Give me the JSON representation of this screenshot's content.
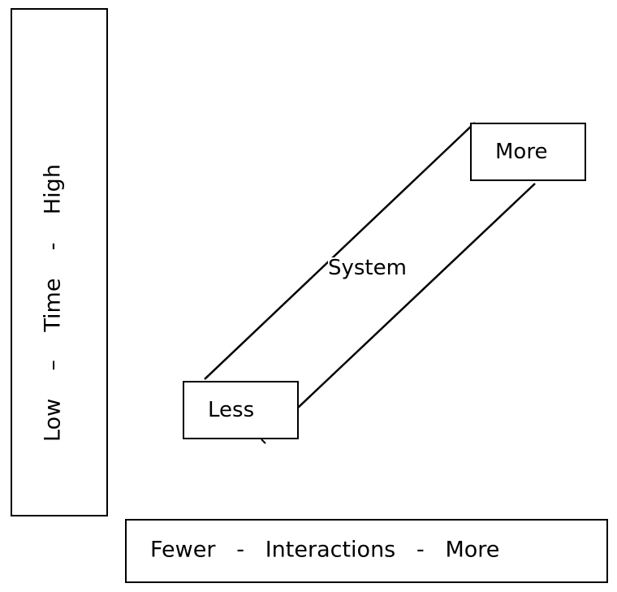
{
  "y_axis": {
    "label": "Low    –    Time    -    High"
  },
  "x_axis": {
    "label": "Fewer   -   Interactions   -   More"
  },
  "nodes": {
    "more": "More",
    "less": "Less"
  },
  "edge_label": "System"
}
